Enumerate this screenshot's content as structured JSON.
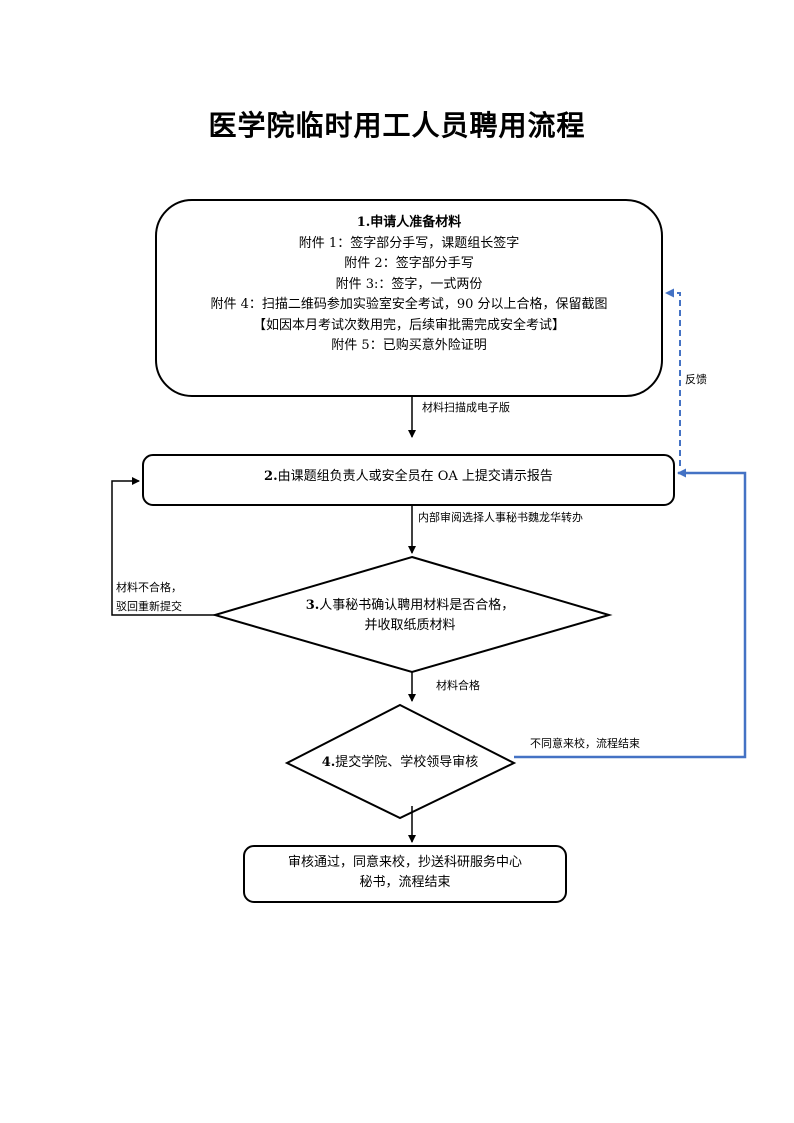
{
  "title": "医学院临时用工人员聘用流程",
  "colors": {
    "line": "#000000",
    "feedback": "#4472c4"
  },
  "steps": [
    {
      "id": "step1",
      "shape": "rounded-rect",
      "lines": [
        "1.申请人准备材料",
        "附件 1：签字部分手写，课题组长签字",
        "附件 2：签字部分手写",
        "附件 3:：签字，一式两份",
        "附件 4：扫描二维码参加实验室安全考试，90 分以上合格，保留截图",
        "【如因本月考试次数用完，后续审批需完成安全考试】",
        "附件 5：已购买意外险证明"
      ]
    },
    {
      "id": "step2",
      "shape": "rounded-rect",
      "lines": [
        "2.由课题组负责人或安全员在 OA 上提交请示报告"
      ]
    },
    {
      "id": "step3",
      "shape": "diamond",
      "lines": [
        "3.人事秘书确认聘用材料是否合格，",
        "并收取纸质材料"
      ]
    },
    {
      "id": "step4",
      "shape": "diamond",
      "lines": [
        "4.提交学院、学校领导审核"
      ]
    },
    {
      "id": "step5",
      "shape": "rounded-rect",
      "lines": [
        "审核通过，同意来校，抄送科研服务中心",
        "秘书，流程结束"
      ]
    }
  ],
  "edges": [
    {
      "id": "e1-2",
      "label": "材料扫描成电子版"
    },
    {
      "id": "e2-3",
      "label": "内部审阅选择人事秘书魏龙华转办"
    },
    {
      "id": "e3-4",
      "label": "材料合格"
    },
    {
      "id": "e3-2",
      "label_lines": [
        "材料不合格，",
        "驳回重新提交"
      ]
    },
    {
      "id": "e4-2",
      "label": "不同意来校，流程结束"
    },
    {
      "id": "e2-1",
      "label": "反馈"
    },
    {
      "id": "e4-5",
      "label": ""
    }
  ]
}
